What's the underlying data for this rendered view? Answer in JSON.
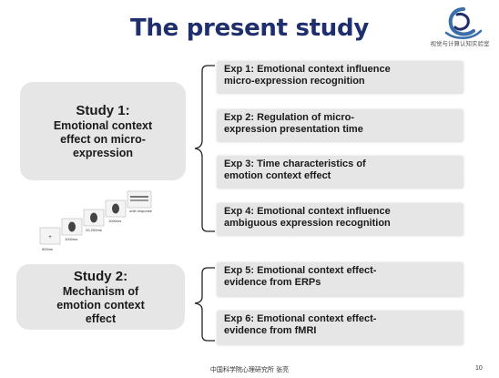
{
  "slide": {
    "title": "The present study",
    "logo_text": "视觉与计算认知实验室",
    "footer": "中国科学院心理研究所 张亮",
    "page_number": "10"
  },
  "studies": [
    {
      "heading": "Study 1:",
      "lines": [
        "Emotional context",
        "effect on micro-",
        "expression"
      ]
    },
    {
      "heading": "Study 2:",
      "lines": [
        "Mechanism of",
        "emotion context",
        "effect"
      ]
    }
  ],
  "experiments": [
    {
      "lines": [
        "Exp 1: Emotional context influence",
        "micro-expression recognition"
      ]
    },
    {
      "lines": [
        "Exp 2: Regulation of micro-",
        "expression presentation time"
      ]
    },
    {
      "lines": [
        "Exp 3: Time characteristics of",
        "emotion context effect"
      ]
    },
    {
      "lines": [
        "Exp 4: Emotional context influence",
        "ambiguous expression recognition"
      ]
    },
    {
      "lines": [
        "Exp 5: Emotional context effect-",
        "evidence from ERPs"
      ]
    },
    {
      "lines": [
        "Exp 6: Emotional context effect-",
        "evidence from fMRI"
      ]
    }
  ],
  "stimulus": {
    "frame_labels": [
      "500ms",
      "1000ms",
      "20-200ms",
      "1000ms"
    ],
    "fixation": "+",
    "response_label": "until response"
  },
  "colors": {
    "title": "#1f2f6e",
    "box": "#e6e6e6",
    "text": "#1a1a1a",
    "logo_blue": "#3a6ea8"
  }
}
